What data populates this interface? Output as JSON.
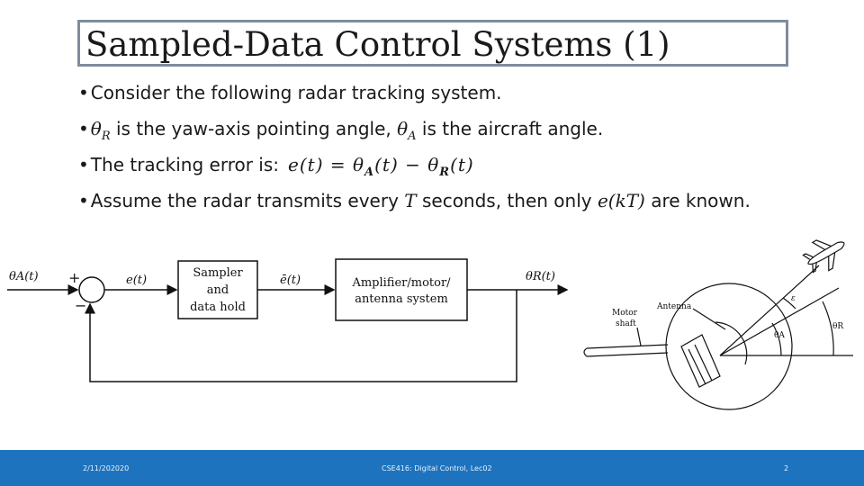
{
  "slide": {
    "title": "Sampled-Data Control Systems (1)",
    "bullet_symbol": "•",
    "bullets": {
      "b1": {
        "text": "Consider the following radar tracking system."
      },
      "b2": {
        "theta_r": "θ",
        "theta_r_sub": "R",
        "part1": " is the yaw-axis pointing angle, ",
        "theta_a": "θ",
        "theta_a_sub": "A",
        "part2": " is the aircraft angle."
      },
      "b3": {
        "text": "The tracking error is:",
        "eq_lhs": "e(t) = θ",
        "eq_a": "A",
        "eq_mid": "(t) − θ",
        "eq_r": "R",
        "eq_end": "(t)"
      },
      "b4": {
        "part1": "Assume the radar transmits every ",
        "var_t": "T",
        "part2": " seconds, then only ",
        "var_ekt": "e(kT)",
        "part3": " are known."
      }
    }
  },
  "block_diagram": {
    "input_label": "θA(t)",
    "plus_sign": "+",
    "minus_sign": "−",
    "error_label": "e(t)",
    "sampler_lines": [
      "Sampler",
      "and",
      "data hold"
    ],
    "sampled_error_label": "ē(t)",
    "plant_lines": [
      "Amplifier/motor/",
      "antenna system"
    ],
    "output_label": "θR(t)"
  },
  "radar_figure": {
    "motor_shaft_lines": [
      "Motor",
      "shaft"
    ],
    "antenna_label": "Antenna",
    "epsilon_label": "ε",
    "theta_r_label": "θR",
    "theta_a_label": "θA"
  },
  "footer": {
    "date": "2/11/202020",
    "course": "CSE416: Digital Control, Lec02",
    "page": "2",
    "bar_color": "#1e73be"
  }
}
